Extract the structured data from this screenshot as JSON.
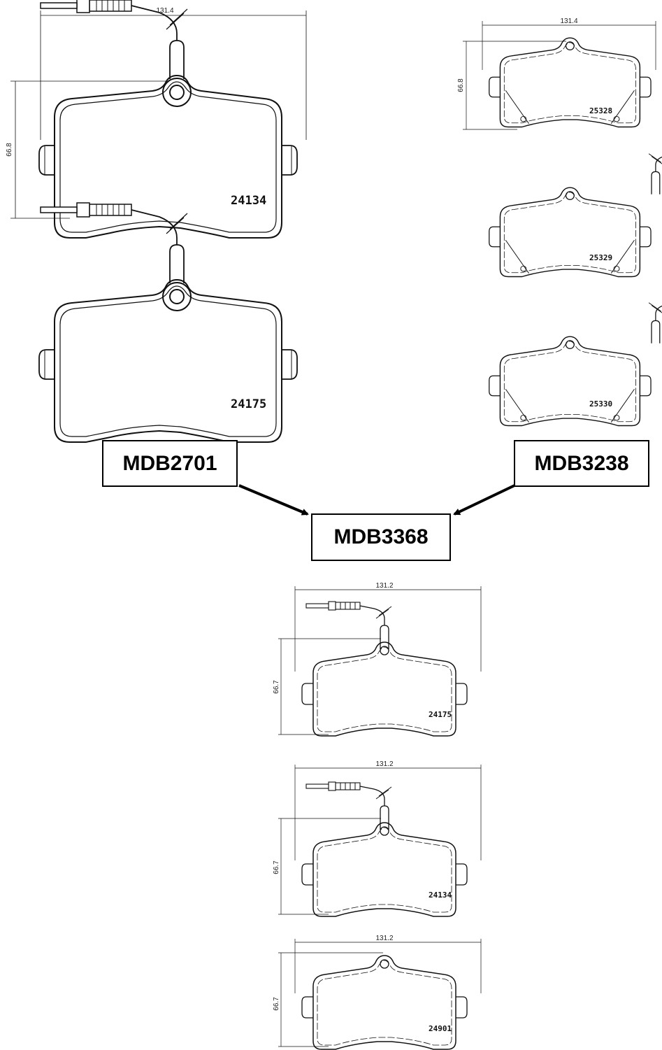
{
  "groups": {
    "mdb2701": {
      "label": "MDB2701",
      "width_dim": "131.4",
      "height_dim": "66.8",
      "pads": [
        {
          "part_number": "24134",
          "has_wear_sensor": true
        },
        {
          "part_number": "24175",
          "has_wear_sensor": true
        }
      ]
    },
    "mdb3238": {
      "label": "MDB3238",
      "width_dim": "131.4",
      "height_dim": "66.8",
      "pads": [
        {
          "part_number": "25328",
          "has_wear_sensor": false
        },
        {
          "part_number": "25329",
          "has_wear_sensor": true
        },
        {
          "part_number": "25330",
          "has_wear_sensor": true
        }
      ]
    },
    "mdb3368": {
      "label": "MDB3368",
      "pads": [
        {
          "part_number": "24175",
          "width_dim": "131.2",
          "height_dim": "66.7",
          "has_wear_sensor": true
        },
        {
          "part_number": "24134",
          "width_dim": "131.2",
          "height_dim": "66.7",
          "has_wear_sensor": true
        },
        {
          "part_number": "24901",
          "width_dim": "131.2",
          "height_dim": "66.7",
          "has_wear_sensor": false
        }
      ]
    }
  },
  "arrows": [
    {
      "from": "MDB2701",
      "to": "MDB3368"
    },
    {
      "from": "MDB3238",
      "to": "MDB3368"
    }
  ]
}
